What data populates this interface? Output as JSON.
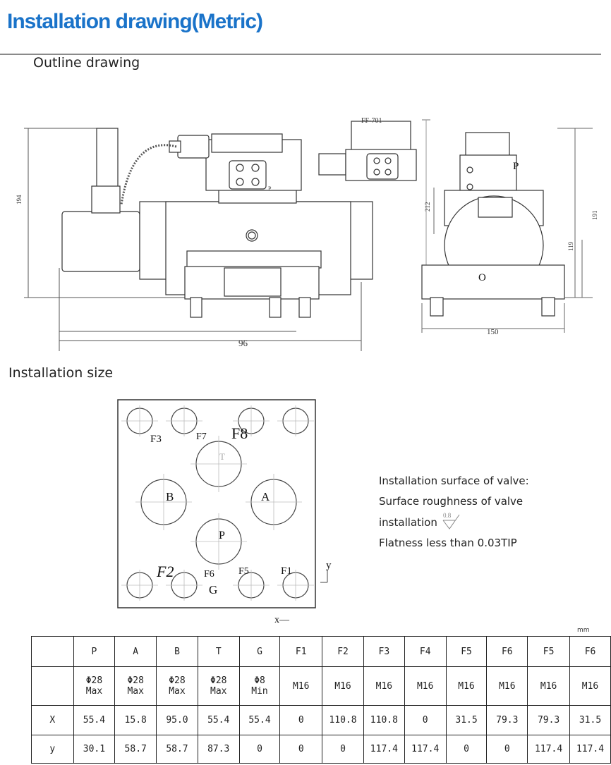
{
  "page": {
    "title": "Installation drawing(Metric)",
    "outline_heading": "Outline drawing",
    "installation_heading": "Installation size"
  },
  "outline": {
    "dim_height_left": "194",
    "dim_width_bottom": "96",
    "top_label": "FF-701",
    "port_p": "P",
    "port_p_small": "P",
    "port_o": "O",
    "dim_side_212": "212",
    "dim_side_191": "191",
    "dim_side_119": "119",
    "dim_side_150": "150"
  },
  "plate": {
    "labels": {
      "F3": "F3",
      "F7": "F7",
      "F8": "F8",
      "T": "T",
      "B": "B",
      "A": "A",
      "P": "P",
      "F2": "F2",
      "F6": "F6",
      "F5": "F5",
      "F1": "F1",
      "G": "G",
      "y": "y",
      "x": "x—"
    }
  },
  "notes": {
    "line1": "Installation surface of valve:",
    "line2": "Surface roughness of valve",
    "line3": "installation",
    "roughness_value": "0.8",
    "line4": "Flatness less than 0.03TIP"
  },
  "table": {
    "unit": "mm",
    "header": [
      "",
      "P",
      "A",
      "B",
      "T",
      "G",
      "F1",
      "F2",
      "F3",
      "F4",
      "F5",
      "F6",
      "F5",
      "F6"
    ],
    "size_row": [
      {
        "top": "",
        "bottom": ""
      },
      {
        "top": "Φ28",
        "bottom": "Max"
      },
      {
        "top": "Φ28",
        "bottom": "Max"
      },
      {
        "top": "Φ28",
        "bottom": "Max"
      },
      {
        "top": "Φ28",
        "bottom": "Max"
      },
      {
        "top": "Φ8",
        "bottom": "Min"
      },
      {
        "top": "M16",
        "bottom": ""
      },
      {
        "top": "M16",
        "bottom": ""
      },
      {
        "top": "M16",
        "bottom": ""
      },
      {
        "top": "M16",
        "bottom": ""
      },
      {
        "top": "M16",
        "bottom": ""
      },
      {
        "top": "M16",
        "bottom": ""
      },
      {
        "top": "M16",
        "bottom": ""
      },
      {
        "top": "M16",
        "bottom": ""
      }
    ],
    "x_row": [
      "X",
      "55.4",
      "15.8",
      "95.0",
      "55.4",
      "55.4",
      "0",
      "110.8",
      "110.8",
      "0",
      "31.5",
      "79.3",
      "79.3",
      "31.5"
    ],
    "y_row": [
      "y",
      "30.1",
      "58.7",
      "58.7",
      "87.3",
      "0",
      "0",
      "0",
      "117.4",
      "117.4",
      "0",
      "0",
      "117.4",
      "117.4"
    ]
  }
}
